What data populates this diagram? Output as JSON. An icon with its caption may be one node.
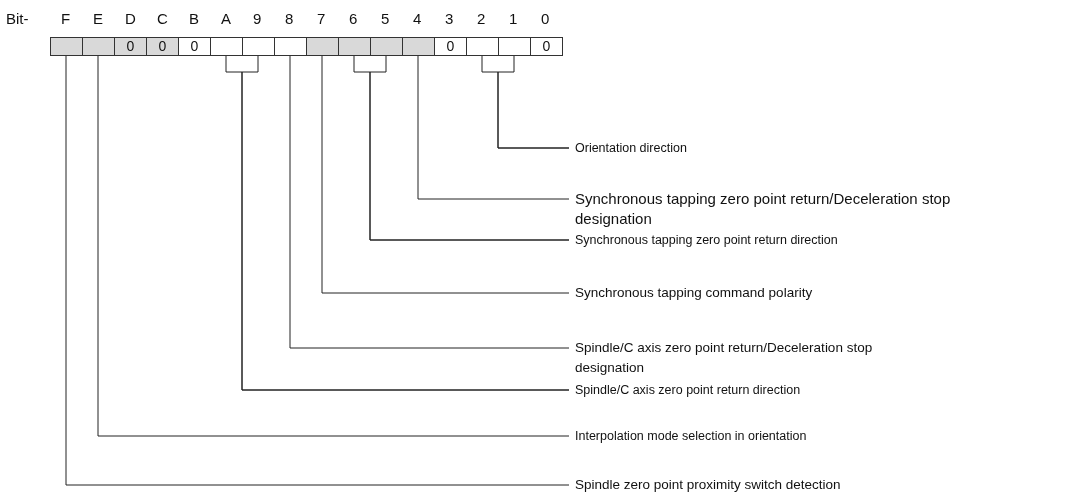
{
  "diagram": {
    "nodes": [
      {
        "text": [],
        "shape": "box"
      },
      {
        "text": [],
        "shape": "box"
      },
      {
        "text": [
          "0"
        ]
      },
      {
        "text": [
          "0"
        ]
      },
      {
        "text": [
          "0"
        ]
      },
      {
        "text": [],
        "shape": "box"
      },
      {
        "text": [],
        "shape": "box"
      },
      {
        "text": [],
        "shape": "box"
      },
      {
        "text": [],
        "shape": "box"
      },
      {
        "text": [],
        "shape": "box"
      },
      {
        "text": [],
        "shape": "box"
      },
      {
        "text": [],
        "shape": "box"
      },
      {
        "text": [
          "0"
        ]
      },
      {
        "text": [],
        "shape": "box"
      },
      {
        "text": [],
        "shape": "box"
      },
      {
        "text": [
          "0"
        ]
      },
      {
        "text": [
          "Orientation direction"
        ]
      },
      {
        "text": [
          "Synchronous tapping zero point return/Deceleration stop designation"
        ]
      },
      {
        "text": [
          "Synchronous tapping zero point return direction"
        ]
      },
      {
        "text": [
          "Synchronous tapping command polarity"
        ]
      },
      {
        "text": [
          "Spindle/C axis zero point return/Deceleration stop designation"
        ]
      },
      {
        "text": [
          "Spindle/C axis zero point return direction"
        ]
      },
      {
        "text": [
          "Interpolation mode selection in orientation"
        ]
      },
      {
        "text": [
          "Spindle zero point proximity switch detection"
        ]
      }
    ],
    "edges": [
      {
        "from": 0,
        "to": 23,
        "arrow": "none"
      },
      {
        "from": 1,
        "to": 22,
        "arrow": "none"
      },
      {
        "from": 5,
        "to": 21,
        "arrow": "none"
      },
      {
        "from": 6,
        "to": 21,
        "arrow": "none"
      },
      {
        "from": 7,
        "to": 20,
        "arrow": "none"
      },
      {
        "from": 8,
        "to": 19,
        "arrow": "none"
      },
      {
        "from": 9,
        "to": 18,
        "arrow": "none"
      },
      {
        "from": 10,
        "to": 18,
        "arrow": "none"
      },
      {
        "from": 11,
        "to": 17,
        "arrow": "none"
      },
      {
        "from": 13,
        "to": 16,
        "arrow": "none"
      },
      {
        "from": 14,
        "to": 16,
        "arrow": "none"
      }
    ],
    "labels": [
      "Bit-",
      "F",
      "E",
      "D",
      "C",
      "B",
      "A",
      "9",
      "8",
      "7",
      "6",
      "5",
      "4",
      "3",
      "2",
      "1",
      "0"
    ]
  }
}
